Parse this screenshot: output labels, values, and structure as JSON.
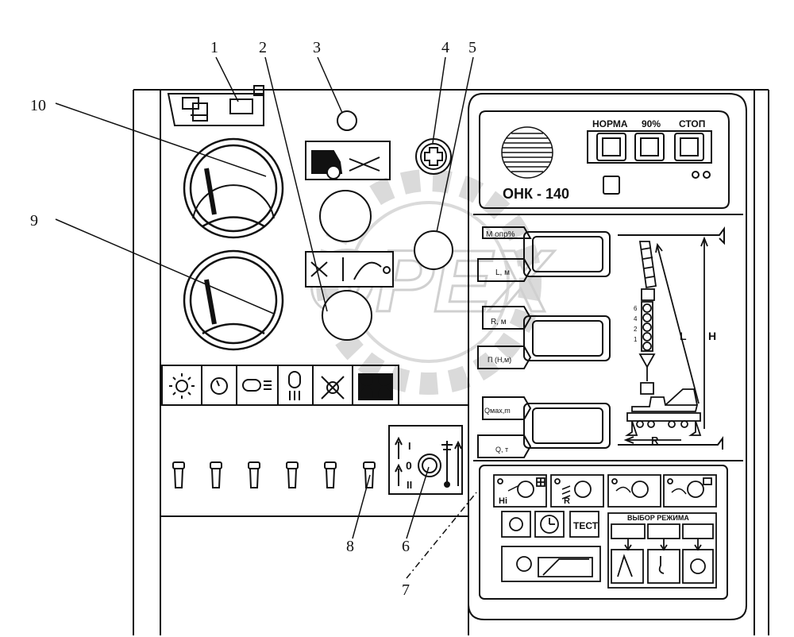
{
  "callouts": [
    "1",
    "2",
    "3",
    "4",
    "5",
    "6",
    "7",
    "8",
    "9",
    "10"
  ],
  "onk": {
    "title": "ОНК - 140",
    "norma": "НОРМА",
    "pct90": "90%",
    "stop": "СТОП"
  },
  "displays": {
    "m_opr": "М опр%",
    "l_m": "L, м",
    "r_m": "R, м",
    "p_hm": "П (Н,м)",
    "qmax": "Qмах,m",
    "q_t": "Q, т"
  },
  "crane": {
    "L": "L",
    "H": "H",
    "R": "R",
    "sections": [
      "6",
      "4",
      "2",
      "1"
    ]
  },
  "switch": {
    "pos1": "I",
    "pos0": "0",
    "pos2": "II"
  },
  "buttons": {
    "hi": "Hi",
    "r": "R",
    "test": "ТЕСТ",
    "mode_select": "ВЫБОР РЕЖИМА"
  },
  "watermark": "OPEX",
  "colors": {
    "line": "#111111",
    "watermark": "#bdbdbd",
    "fill_dark": "#111111"
  }
}
